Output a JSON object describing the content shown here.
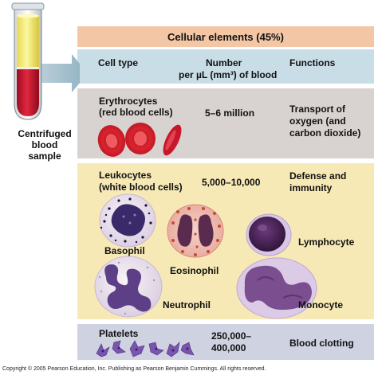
{
  "header": {
    "title": "Cellular elements (45%)"
  },
  "columns": {
    "cell_type": "Cell type",
    "number_line1": "Number",
    "number_line2": "per µL (mm³) of blood",
    "functions": "Functions"
  },
  "tube": {
    "label_line1": "Centrifuged",
    "label_line2": "blood",
    "label_line3": "sample"
  },
  "erythrocytes": {
    "name_line1": "Erythrocytes",
    "name_line2": "(red blood cells)",
    "number": "5–6 million",
    "function_line1": "Transport of",
    "function_line2": "oxygen (and",
    "function_line3": "carbon dioxide)"
  },
  "leukocytes": {
    "name_line1": "Leukocytes",
    "name_line2": "(white blood cells)",
    "number": "5,000–10,000",
    "function_line1": "Defense and",
    "function_line2": "immunity",
    "types": {
      "basophil": "Basophil",
      "eosinophil": "Eosinophil",
      "neutrophil": "Neutrophil",
      "lymphocyte": "Lymphocyte",
      "monocyte": "Monocyte"
    }
  },
  "platelets": {
    "name": "Platelets",
    "number_line1": "250,000–",
    "number_line2": "400,000",
    "function": "Blood clotting"
  },
  "copyright": "Copyright © 2005 Pearson Education, Inc. Publishing as Pearson Benjamin Cummings. All rights reserved.",
  "colors": {
    "header_band": "#f3c7a6",
    "columns_band": "#c9dde6",
    "rbc_band": "#d8d3d0",
    "wbc_band": "#f7e9b5",
    "platelet_band": "#cfd2e0",
    "plasma": "#f6ef6a",
    "blood": "#c8102e"
  }
}
